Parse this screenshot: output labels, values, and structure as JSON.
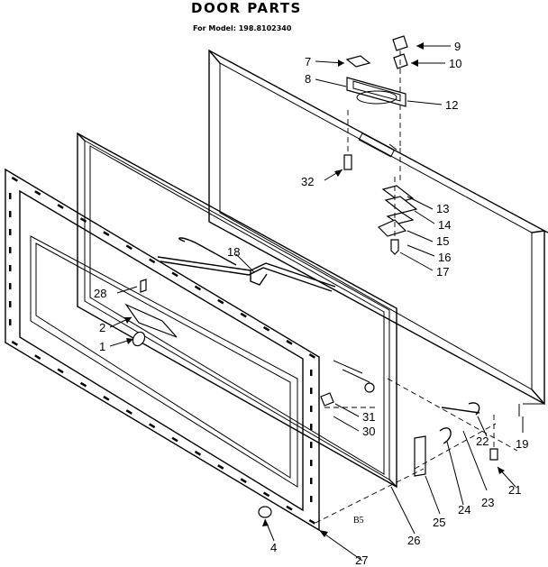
{
  "title": "DOOR PARTS",
  "subtitle": "For Model: 198.8102340",
  "corner_code": "B5",
  "callouts": {
    "c1": "1",
    "c2": "2",
    "c4": "4",
    "c7": "7",
    "c8": "8",
    "c9": "9",
    "c10": "10",
    "c12": "12",
    "c13": "13",
    "c14": "14",
    "c15": "15",
    "c16": "16",
    "c17": "17",
    "c18": "18",
    "c19": "19",
    "c21": "21",
    "c22": "22",
    "c23": "23",
    "c24": "24",
    "c25": "25",
    "c26": "26",
    "c27": "27",
    "c28": "28",
    "c30": "30",
    "c31": "31",
    "c32": "32"
  }
}
